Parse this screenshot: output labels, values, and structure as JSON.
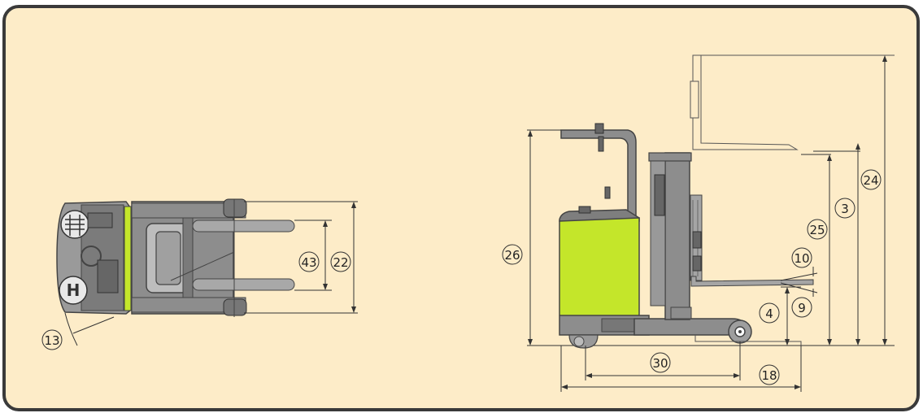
{
  "colors": {
    "background": "#fdecc8",
    "border": "#3a3a3a",
    "body_gray": "#8d8d8d",
    "dark_gray": "#555555",
    "lime": "#c4e62a",
    "dimension_line": "#333333"
  },
  "top_view": {
    "labels": {
      "fork_spread": "43",
      "overall_width": "22",
      "turning_angle": "13"
    },
    "icons": [
      "ruler-icon",
      "h-icon"
    ]
  },
  "side_view": {
    "labels": {
      "overall_height_lowered": "26",
      "lift_height": "3",
      "max_height_raised": "24",
      "free_lift": "25",
      "tilt_forward": "10",
      "tilt_backward": "9",
      "fork_height": "4",
      "wheelbase": "30",
      "overall_length": "18"
    }
  }
}
